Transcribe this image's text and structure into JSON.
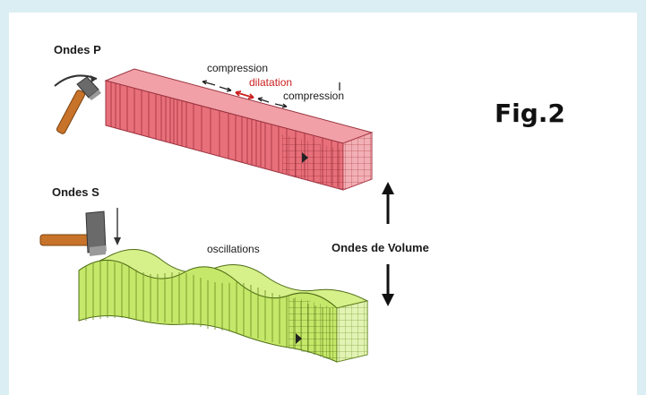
{
  "figure": {
    "title": "Fig.2"
  },
  "p_wave": {
    "label": "Ondes P",
    "annotations": {
      "compression_left": "compression",
      "dilatation": "dilatation",
      "compression_right": "compression"
    }
  },
  "s_wave": {
    "label": "Ondes S",
    "annotations": {
      "oscillations": "oscillations"
    }
  },
  "volume_label": "Ondes de Volume",
  "colors": {
    "p_block": "#e8707a",
    "p_block_dark": "#c84a56",
    "s_block": "#c6e86a",
    "s_block_dark": "#8fb83a",
    "dilatation": "#cc2020",
    "background": "#dbeef3"
  },
  "icons": [
    "hammer-icon",
    "hammer-icon",
    "arrow-up-icon",
    "arrow-down-icon"
  ]
}
